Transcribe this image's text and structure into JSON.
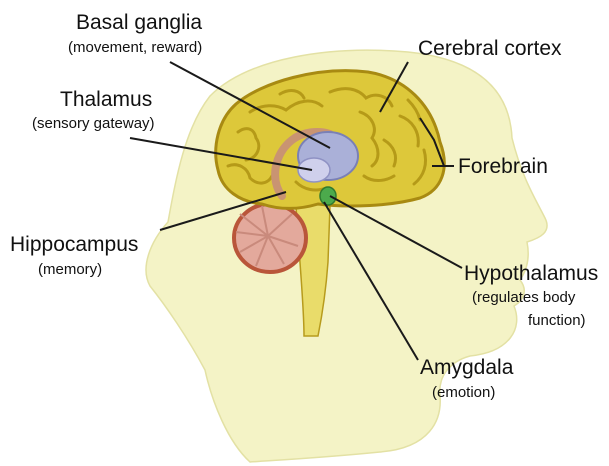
{
  "labels": {
    "basal_ganglia": {
      "name": "Basal ganglia",
      "desc": "(movement, reward)"
    },
    "thalamus": {
      "name": "Thalamus",
      "desc": "(sensory gateway)"
    },
    "hippocampus": {
      "name": "Hippocampus",
      "desc": "(memory)"
    },
    "cerebral_cortex": {
      "name": "Cerebral cortex"
    },
    "forebrain": {
      "name": "Forebrain"
    },
    "hypothalamus": {
      "name": "Hypothalamus",
      "desc_line1": "(regulates body",
      "desc_line2": "function)"
    },
    "amygdala": {
      "name": "Amygdala",
      "desc": "(emotion)"
    }
  },
  "colors": {
    "head": "#f4f3c6",
    "cortex": "#ddc83a",
    "cortex_fold": "#b59a18",
    "basal_ganglia": "#aab0d8",
    "thalamus": "#cfd0ec",
    "brainstem": "#e9dc6a",
    "cerebellum": "#e3a99c",
    "hippocampus": "#c99472",
    "hypothalamus": "#4caa4c",
    "leader_line": "#1a1a1a"
  }
}
